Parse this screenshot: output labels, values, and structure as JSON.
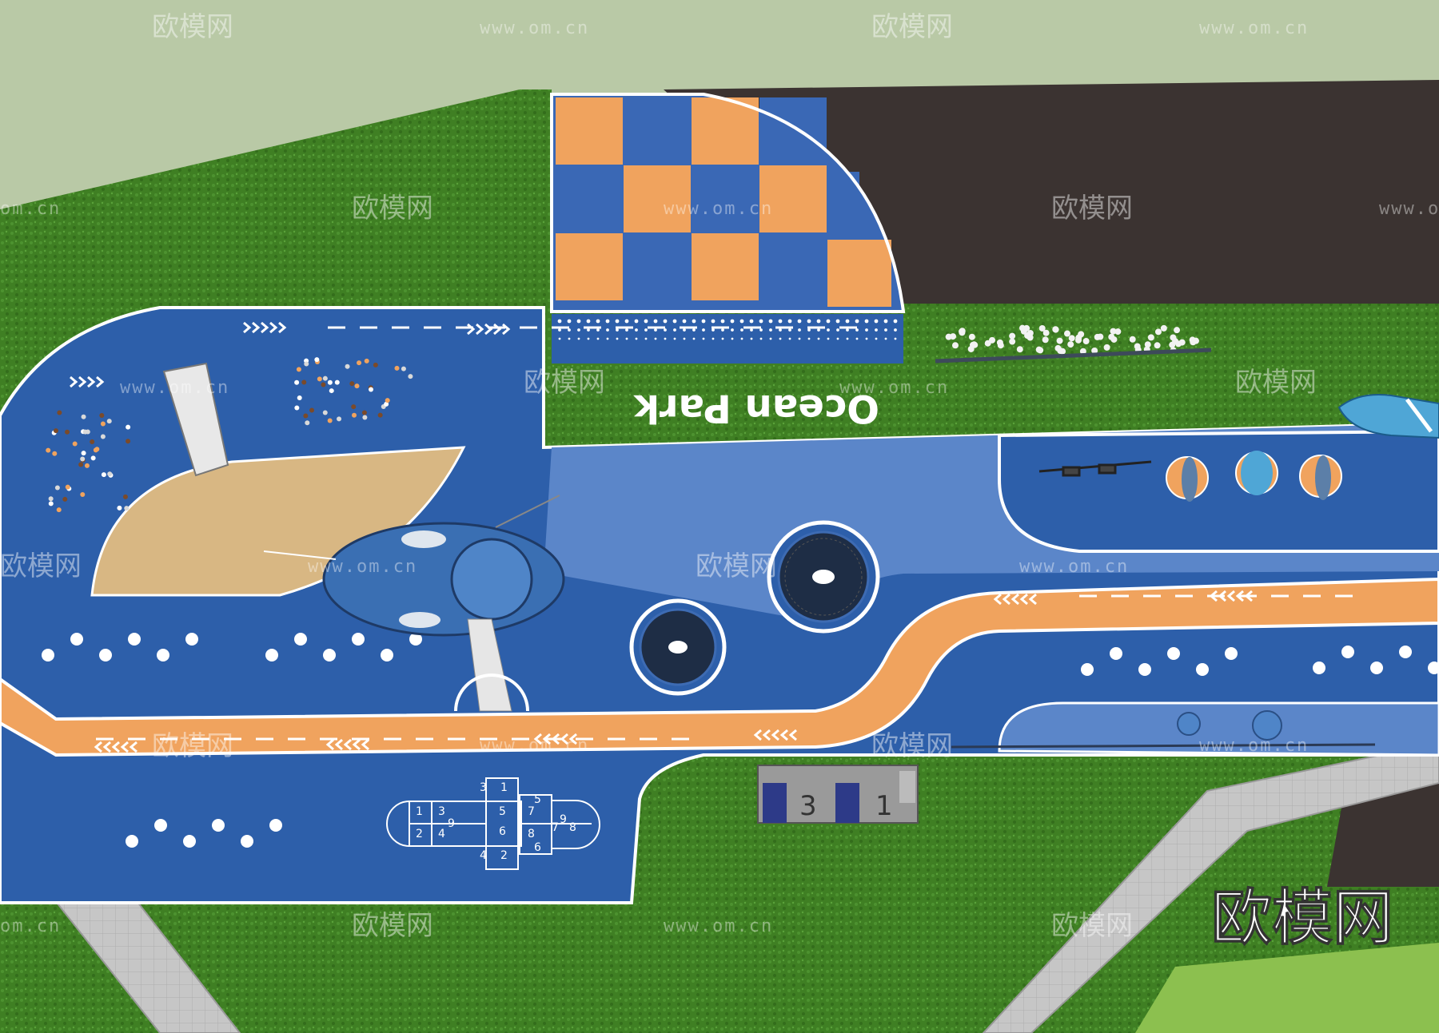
{
  "park": {
    "title": "Ocean Park",
    "hopscotch_numbers": [
      "1",
      "2",
      "3",
      "4",
      "5",
      "6",
      "7",
      "8",
      "9",
      "1",
      "2",
      "3",
      "4",
      "5",
      "6",
      "7",
      "8",
      "9"
    ],
    "stall_numbers": [
      "3",
      "1"
    ]
  },
  "watermarks": {
    "brand": "欧模网",
    "url": "www.om.cn",
    "url_short": "om.cn"
  },
  "colors": {
    "grass": "#3f7f23",
    "track_blue_dark": "#2d5faa",
    "track_blue_light": "#5b86c9",
    "orange_lane": "#f0a35e",
    "sand": "#d8b783",
    "asphalt": "#3b3331",
    "paving": "#c9c9c9",
    "background": "#b9c9a6"
  }
}
